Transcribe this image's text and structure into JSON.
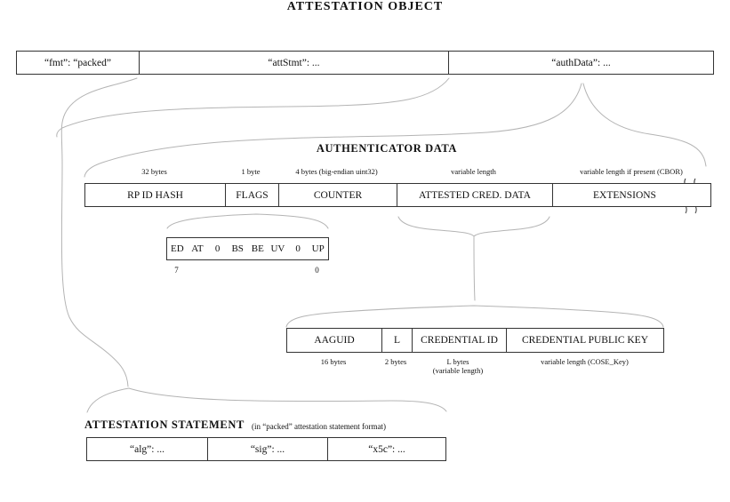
{
  "title": "ATTESTATION OBJECT",
  "attestation_object": {
    "fields": [
      "“fmt”: “packed”",
      "“attStmt”: ...",
      "“authData”: ..."
    ]
  },
  "authenticator_data": {
    "heading": "AUTHENTICATOR DATA",
    "fields": [
      {
        "name": "RP ID HASH",
        "size": "32 bytes"
      },
      {
        "name": "FLAGS",
        "size": "1 byte"
      },
      {
        "name": "COUNTER",
        "size": "4 bytes (big-endian uint32)"
      },
      {
        "name": "ATTESTED CRED. DATA",
        "size": "variable length"
      },
      {
        "name": "EXTENSIONS",
        "size": "variable length if present (CBOR)"
      }
    ]
  },
  "flags": {
    "bits": [
      "ED",
      "AT",
      "0",
      "BS",
      "BE",
      "UV",
      "0",
      "UP"
    ],
    "msb_index": "7",
    "lsb_index": "0"
  },
  "attested_credential_data": {
    "fields": [
      {
        "name": "AAGUID",
        "size": "16 bytes",
        "size2": ""
      },
      {
        "name": "L",
        "size": "2 bytes",
        "size2": ""
      },
      {
        "name": "CREDENTIAL ID",
        "size": "L bytes",
        "size2": "(variable length)"
      },
      {
        "name": "CREDENTIAL PUBLIC KEY",
        "size": "variable length (COSE_Key)",
        "size2": ""
      }
    ]
  },
  "attestation_statement": {
    "heading": "ATTESTATION STATEMENT",
    "note": "(in “packed” attestation statement format)",
    "fields": [
      "“alg”: ...",
      "“sig”: ...",
      "“x5c”: ..."
    ]
  },
  "colors": {
    "box_border": "#333333",
    "swash": "#b4b4b4",
    "text": "#111111",
    "background": "#ffffff"
  }
}
